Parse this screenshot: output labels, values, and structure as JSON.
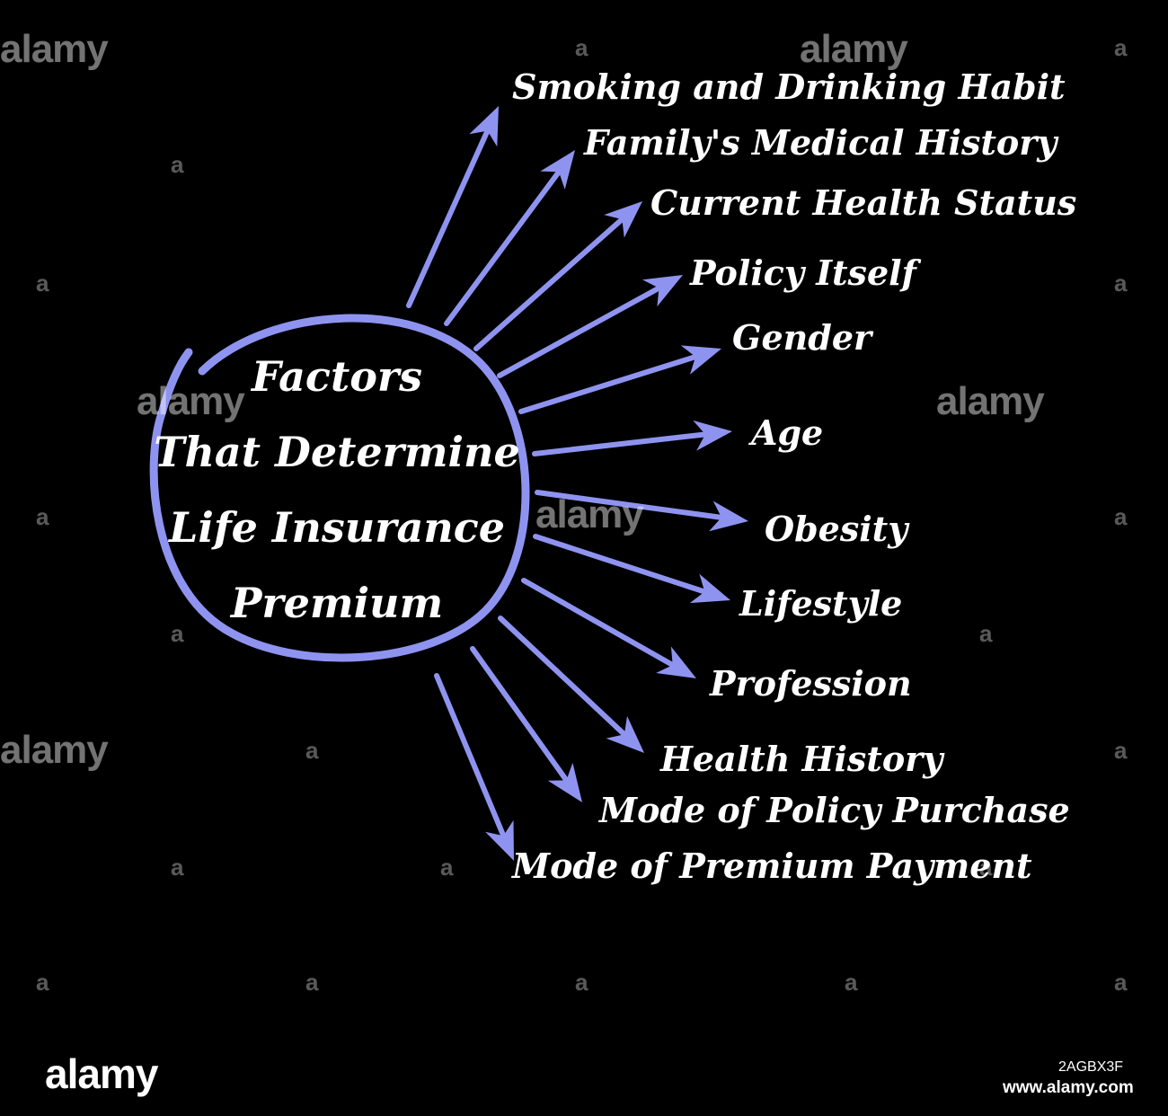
{
  "diagram": {
    "center_lines": [
      "Factors",
      "That Determine",
      "Life Insurance",
      "Premium"
    ],
    "factors": [
      "Smoking and Drinking Habit",
      "Family's Medical History",
      "Current Health Status",
      "Policy Itself",
      "Gender",
      "Age",
      "Obesity",
      "Lifestyle",
      "Profession",
      "Health History",
      "Mode of Policy Purchase",
      "Mode of Premium Payment"
    ]
  },
  "colors": {
    "background": "#000000",
    "accent": "#8f93f0",
    "text": "#ffffff"
  },
  "watermark": {
    "brand": "alamy",
    "image_id": "2AGBX3F",
    "site": "www.alamy.com"
  }
}
